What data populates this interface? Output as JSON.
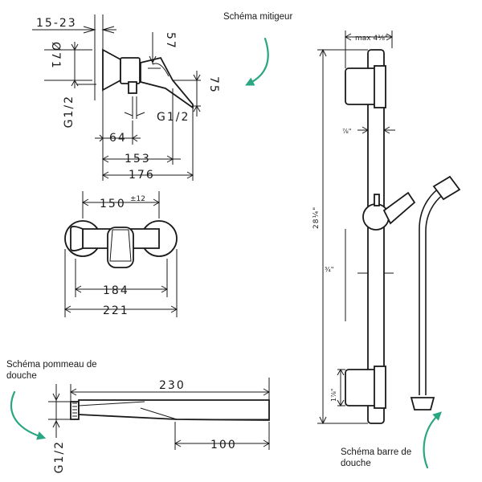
{
  "labels": {
    "mitigeur_title": "Schéma mitigeur",
    "pommeau_title_line1": "Schéma pommeau de",
    "pommeau_title_line2": "douche",
    "barre_title_line1": "Schéma barre de",
    "barre_title_line2": "douche"
  },
  "mitigeur_side": {
    "dim_15_23": "15-23",
    "dim_57": "57",
    "dim_71": "Ø71",
    "dim_75": "75",
    "dim_g12_left": "G1/2",
    "dim_g12_right": "G1/2",
    "dim_64": "64",
    "dim_153": "153",
    "dim_176": "176"
  },
  "mitigeur_front": {
    "dim_150": "150",
    "dim_150_tol": "±12",
    "dim_184": "184",
    "dim_221": "221"
  },
  "pommeau": {
    "dim_230": "230",
    "dim_100": "100",
    "dim_g12": "G1/2"
  },
  "barre": {
    "dim_max": "max 4⅛\"",
    "dim_7_8": "⅞\"",
    "dim_28_1_4": "28¼\"",
    "dim_3_4": "¾\"",
    "dim_1_7_8": "1⅞\""
  },
  "colors": {
    "arrow_accent": "#2aa782",
    "line": "#1a1a1a"
  }
}
